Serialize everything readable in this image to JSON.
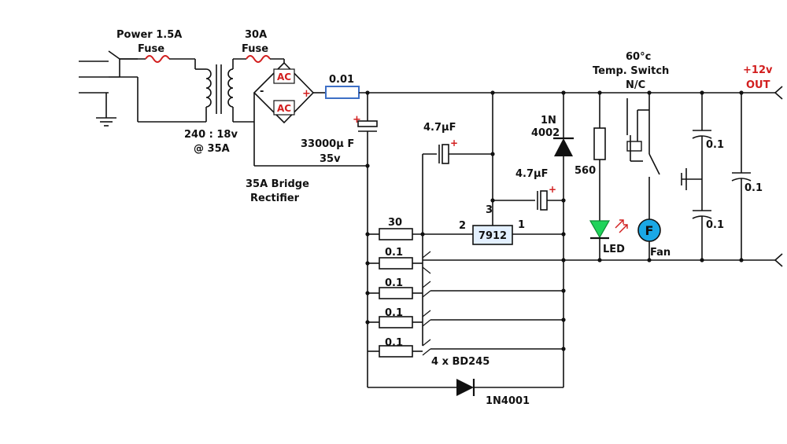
{
  "colors": {
    "wire": "#111111",
    "fuse": "#d21e1e",
    "accent_red": "#d21e1e",
    "led_green": "#1fd35a",
    "fan_blue": "#1aa8e6",
    "regulator_fill": "#e3f0ff",
    "resistor_blue": "#3d6fc6"
  },
  "labels": {
    "power_fuse": "Power 1.5A",
    "power_fuse_sub": "Fuse",
    "fuse_30a": "30A",
    "fuse_30a_sub": "Fuse",
    "transformer_ratio": "240 : 18v",
    "transformer_current": "@ 35A",
    "rectifier_1": "35A Bridge",
    "rectifier_2": "Rectifier",
    "ac_top": "AC",
    "ac_bottom": "AC",
    "plus_sign": "+",
    "minus_sign": "-",
    "shunt_resistor": "0.01",
    "main_cap_value": "33000μ F",
    "main_cap_voltage": "35v",
    "cap_47_a": "4.7μF",
    "cap_47_b": "4.7μF",
    "diode_1n4002_a": "1N",
    "diode_1n4002_b": "4002",
    "resistor_560": "560",
    "led": "LED",
    "temp": "60°c",
    "temp_switch": "Temp. Switch",
    "nc": "N/C",
    "fan_letter": "F",
    "fan": "Fan",
    "out_voltage": "+12v",
    "out": "OUT",
    "cap_01_a": "0.1",
    "cap_01_b": "0.1",
    "cap_01_c": "0.1",
    "resistor_30": "30",
    "regulator": "7912",
    "pin_1": "1",
    "pin_2": "2",
    "pin_3": "3",
    "emitter_resistors": [
      "0.1",
      "0.1",
      "0.1",
      "0.1"
    ],
    "transistors": "4 x BD245",
    "diode_1n4001": "1N4001"
  },
  "icons": [
    "plug-icon",
    "ground-icon",
    "fuse-icon",
    "transformer-icon",
    "bridge-rectifier-icon",
    "capacitor-icon",
    "diode-icon",
    "led-icon",
    "switch-icon",
    "fan-icon",
    "transistor-icon",
    "resistor-icon"
  ]
}
